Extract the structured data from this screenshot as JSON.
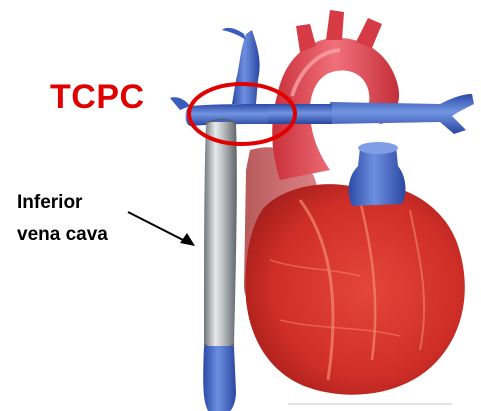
{
  "labels": {
    "tcpc": "TCPC",
    "ivc_line1": "Inferior",
    "ivc_line2": "vena cava"
  },
  "colors": {
    "tcpc_label": "#e00000",
    "tcpc_ring": "#e00000",
    "heart_red": "#d8322c",
    "aorta_red": "#e2474a",
    "vein_blue": "#3f64c8",
    "conduit_gray": "#a9adb0"
  },
  "icons": [
    "heart-illustration",
    "arrow-icon"
  ]
}
